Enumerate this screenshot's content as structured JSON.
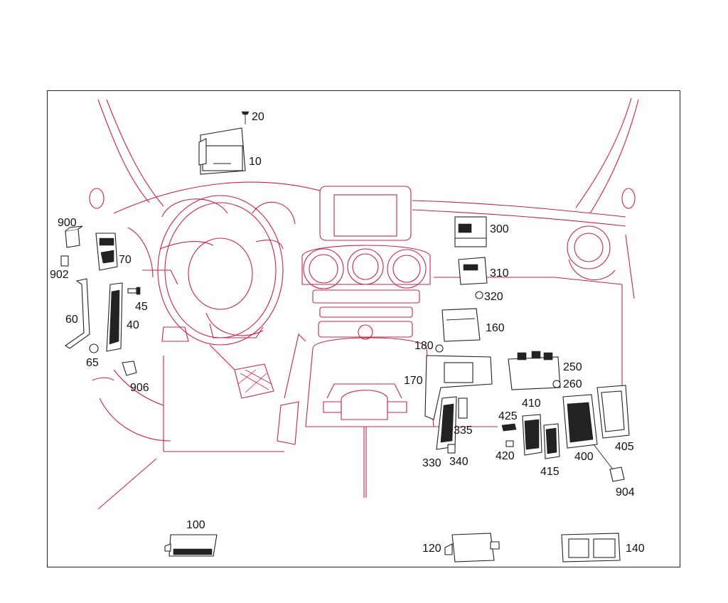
{
  "colors": {
    "outline": "#c8234a",
    "parts": "#222222",
    "background": "#ffffff"
  },
  "callouts": [
    {
      "id": "20",
      "text": "20"
    },
    {
      "id": "10",
      "text": "10"
    },
    {
      "id": "900",
      "text": "900"
    },
    {
      "id": "70",
      "text": "70"
    },
    {
      "id": "902",
      "text": "902"
    },
    {
      "id": "45",
      "text": "45"
    },
    {
      "id": "60",
      "text": "60"
    },
    {
      "id": "40",
      "text": "40"
    },
    {
      "id": "65",
      "text": "65"
    },
    {
      "id": "906",
      "text": "906"
    },
    {
      "id": "300",
      "text": "300"
    },
    {
      "id": "310",
      "text": "310"
    },
    {
      "id": "320",
      "text": "320"
    },
    {
      "id": "160",
      "text": "160"
    },
    {
      "id": "180",
      "text": "180"
    },
    {
      "id": "170",
      "text": "170"
    },
    {
      "id": "250",
      "text": "250"
    },
    {
      "id": "260",
      "text": "260"
    },
    {
      "id": "410",
      "text": "410"
    },
    {
      "id": "425",
      "text": "425"
    },
    {
      "id": "335",
      "text": "335"
    },
    {
      "id": "405",
      "text": "405"
    },
    {
      "id": "420",
      "text": "420"
    },
    {
      "id": "400",
      "text": "400"
    },
    {
      "id": "330",
      "text": "330"
    },
    {
      "id": "340",
      "text": "340"
    },
    {
      "id": "415",
      "text": "415"
    },
    {
      "id": "904",
      "text": "904"
    },
    {
      "id": "100",
      "text": "100"
    },
    {
      "id": "120",
      "text": "120"
    },
    {
      "id": "140",
      "text": "140"
    }
  ]
}
